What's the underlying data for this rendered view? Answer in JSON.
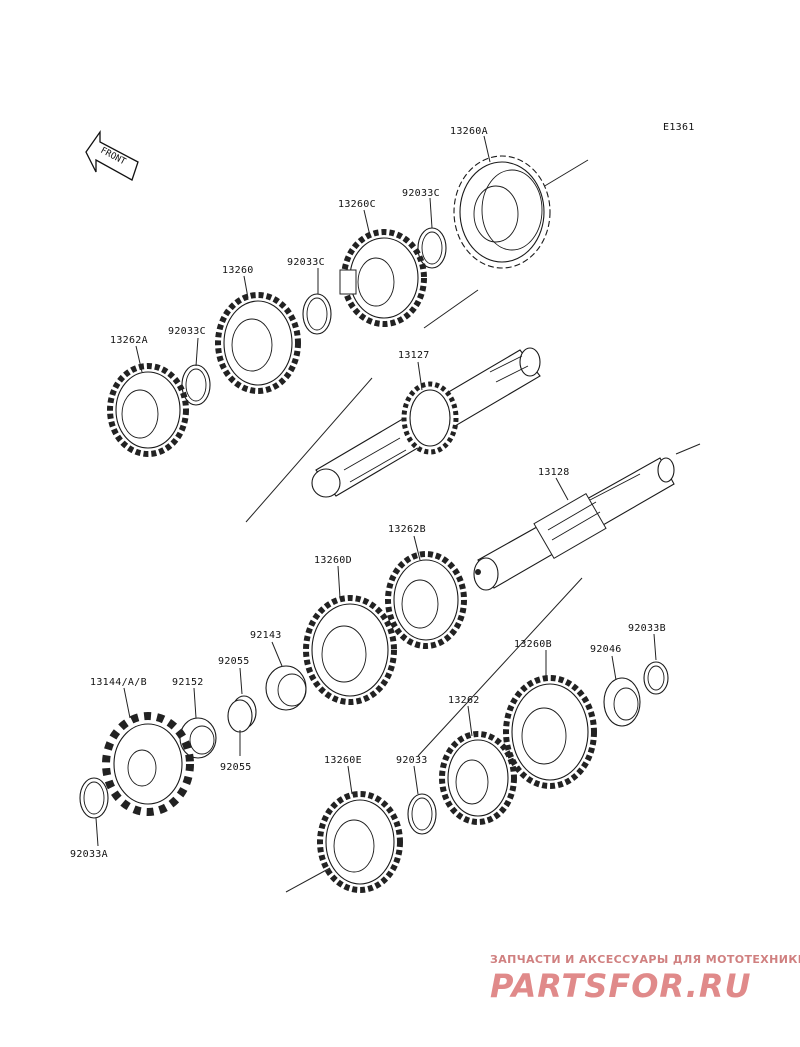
{
  "diagram_code": "E1361",
  "front_label": "FRONT",
  "labels": {
    "p13260A": "13260A",
    "p92033C_a": "92033C",
    "p13260C": "13260C",
    "p92033C_b": "92033C",
    "p13260": "13260",
    "p92033C_c": "92033C",
    "p13262A": "13262A",
    "p13127": "13127",
    "p13128": "13128",
    "p13262B": "13262B",
    "p13260D": "13260D",
    "p92143": "92143",
    "p92055_a": "92055",
    "p92152": "92152",
    "p13144": "13144/A/B",
    "p92055_b": "92055",
    "p92033A": "92033A",
    "p13260B": "13260B",
    "p92046": "92046",
    "p92033B": "92033B",
    "p13262": "13262",
    "p92033": "92033",
    "p13260E": "13260E"
  },
  "watermark": {
    "tagline": "ЗАПЧАСТИ И АКСЕССУАРЫ ДЛЯ МОТОТЕХНИКИ",
    "brand": "PARTSFOR.RU"
  },
  "colors": {
    "line": "#1a1a1a",
    "watermark": "#e08a8a"
  }
}
